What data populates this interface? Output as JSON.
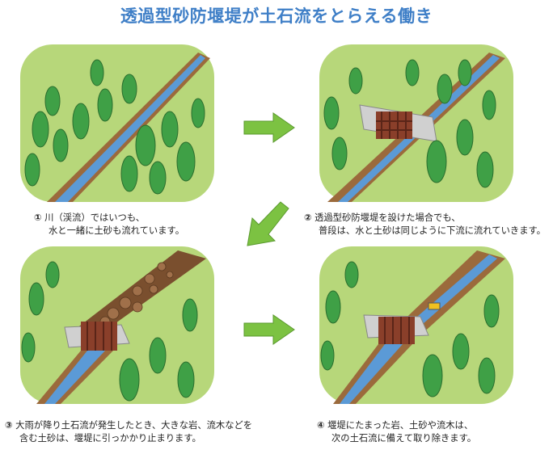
{
  "title": "透過型砂防堰堤が土石流をとらえる働き",
  "steps": [
    {
      "number": "①",
      "lines": [
        "川（渓流）ではいつも、",
        "水と一緒に土砂も流れています。"
      ]
    },
    {
      "number": "②",
      "lines": [
        "透過型砂防堰堤を設けた場合でも、",
        "普段は、水と土砂は同じように下流に流れていきます。"
      ]
    },
    {
      "number": "③",
      "lines": [
        "大雨が降り土石流が発生したとき、大きな岩、流木などを",
        "含む土砂は、堰堤に引っかかり止まります。"
      ]
    },
    {
      "number": "④",
      "lines": [
        "堰堤にたまった岩、土砂や流木は、",
        "次の土石流に備えて取り除きます。"
      ]
    }
  ],
  "colors": {
    "title": "#3f7fc7",
    "arrow": "#7cc242",
    "grass": "#b7d77a",
    "river": "#5b9ad6",
    "dirt": "#8a5a33",
    "dam": "#8a3f2a",
    "tree": "#3fa046"
  }
}
